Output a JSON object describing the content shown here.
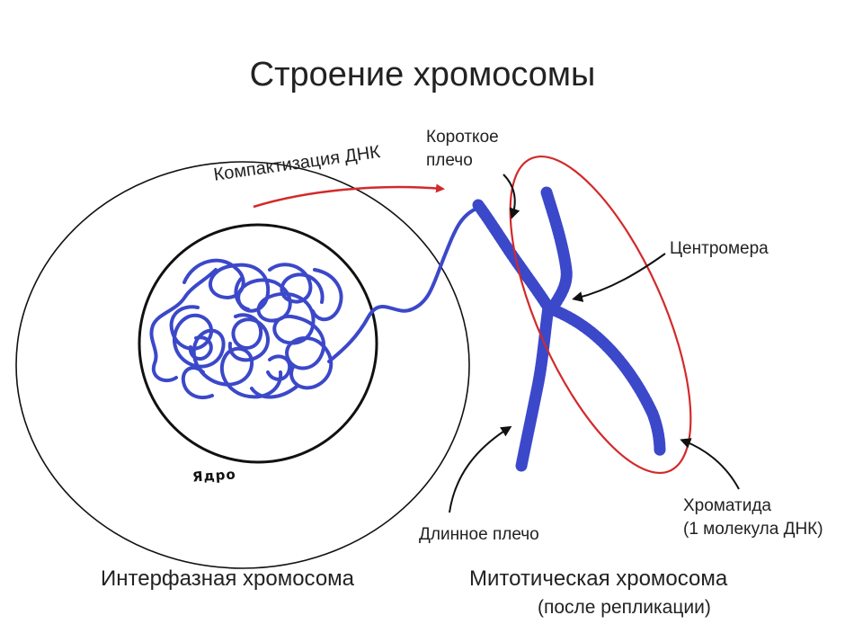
{
  "title": "Строение хромосомы",
  "labels": {
    "compaction": "Компактизация ДНК",
    "short_arm_line1": "Короткое",
    "short_arm_line2": "плечо",
    "centromere": "Центромера",
    "chromatid_line1": "Хроматида",
    "chromatid_line2": "(1 молекула ДНК)",
    "long_arm": "Длинное плечо",
    "nucleus": "Ядро"
  },
  "captions": {
    "interphase": "Интерфазная хромосома",
    "mitotic": "Митотическая хромосома",
    "mitotic_sub": "(после репликации)"
  },
  "colors": {
    "dna": "#3b48c9",
    "highlight": "#d22a2a",
    "outline": "#111111",
    "arrow": "#111111"
  }
}
